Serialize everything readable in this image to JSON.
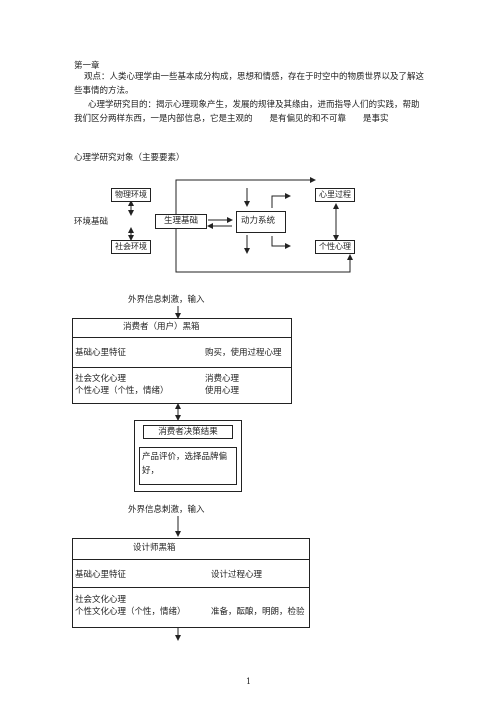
{
  "chapter": "第一章",
  "paragraphs": {
    "p1": "观点：人类心理学由一些基本成分构成，思想和情感，存在于时空中的物质世界以及了解这些事情的方法。",
    "p2": "心理学研究目的：揭示心理现象产生，发展的规律及其缘由，进而指导人们的实践，帮助我们区分两样东西，一是内部信息，它是主观的　　是有偏见的和不可靠　　是事实"
  },
  "section_title": "心理学研究对象（主要要素）",
  "diagram1": {
    "physical_env": "物理环境",
    "social_env": "社会环境",
    "env_basis": "环境基础",
    "physio_basis": "生理基础",
    "dynamic_system": "动力系统",
    "mental_process": "心里过程",
    "personality": "个性心理"
  },
  "consumer_flow": {
    "input_label": "外界信息刺激，输入",
    "blackbox_title": "消费者（用户）黑箱",
    "left_rows": [
      "基础心里特征",
      "社会文化心理",
      "个性心理（个性，情绪）"
    ],
    "right_rows": [
      "购买，使用过程心理",
      "消费心理",
      "使用心理"
    ],
    "result_title": "消费者决策结果",
    "result_text": "产品评价，选择品牌偏好，"
  },
  "designer_flow": {
    "input_label": "外界信息刺激，输入",
    "blackbox_title": "设计师黑箱",
    "left_rows": [
      "基础心里特征",
      "社会文化心理",
      "个性文化心理（个性，情绪）"
    ],
    "right_rows": [
      "设计过程心理",
      "准备，酝酿，明朗，检验"
    ]
  },
  "page_number": "1"
}
